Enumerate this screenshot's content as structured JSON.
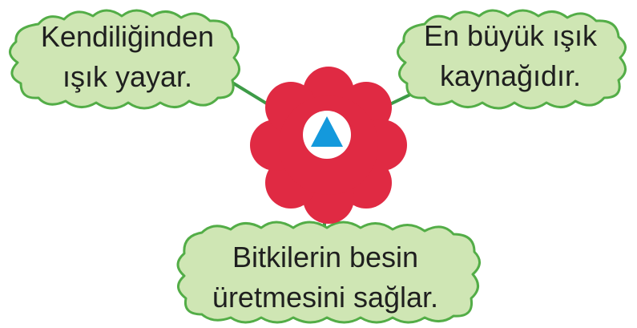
{
  "colors": {
    "cloud_fill": "#cfe6b4",
    "cloud_stroke": "#53ad47",
    "connector": "#3d9b47",
    "flower": "#e02a43",
    "flower_center": "#ffffff",
    "triangle": "#1499dc"
  },
  "center": {
    "icon": "triangle-icon"
  },
  "clouds": {
    "left": {
      "line1": "Kendiliğinden",
      "line2": "ışık yayar."
    },
    "right": {
      "line1": "En büyük ışık",
      "line2": "kaynağıdır."
    },
    "bottom": {
      "line1": "Bitkilerin besin",
      "line2": "üretmesini sağlar."
    }
  }
}
